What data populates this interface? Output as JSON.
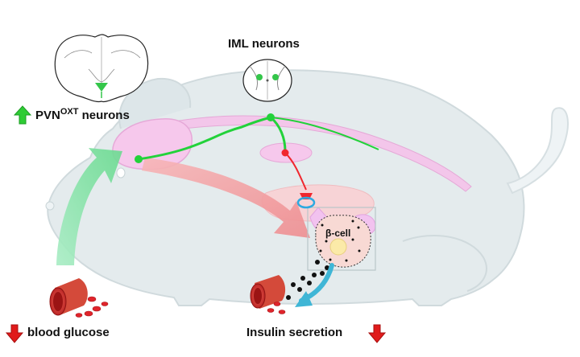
{
  "labels": {
    "iml": "IML neurons",
    "pvn_main": "PVN",
    "pvn_sup": "OXT",
    "pvn_rest": " neurons",
    "beta_cell": "β-cell",
    "blood_glucose": "blood glucose",
    "insulin_secretion": "Insulin secretion"
  },
  "colors": {
    "mouse_fill": "#e4ebed",
    "mouse_outline": "#d0dadd",
    "brain_fill": "#f6c8ec",
    "brain_outline": "#e6a9d8",
    "pancreas_fill": "#f7d3d6",
    "neuron_green": "#22d23a",
    "neuron_red": "#f0272e",
    "up_arrow": "#2ecc34",
    "down_arrow": "#e01b1b",
    "large_green_arrow": "#8fe5ad",
    "large_red_arrow": "#f3a0a2",
    "cyan_arrow": "#3fb6d6",
    "granule": "#111111"
  },
  "icons": {
    "up_arrow": "green-up-arrow-icon",
    "down_arrow": "red-down-arrow-icon",
    "blood_vessel": "blood-vessel-icon"
  }
}
